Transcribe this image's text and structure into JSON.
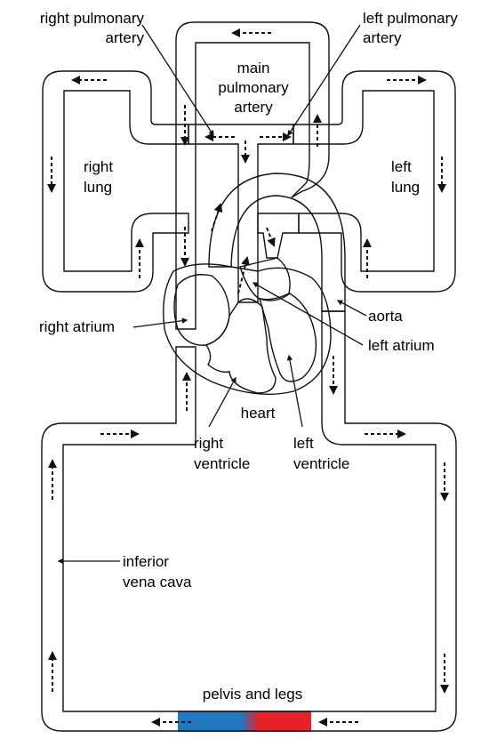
{
  "colors": {
    "oxygenated": "#e8202a",
    "deoxygenated": "#1f79c2",
    "heart_tissue": "#f0876e",
    "outline": "#111111"
  },
  "labels": {
    "right_pulmonary_artery": [
      "right pulmonary",
      "artery"
    ],
    "left_pulmonary_artery": [
      "left pulmonary",
      "artery"
    ],
    "main_pulmonary_artery": [
      "main",
      "pulmonary",
      "artery"
    ],
    "right_lung": [
      "right",
      "lung"
    ],
    "left_lung": [
      "left",
      "lung"
    ],
    "right_atrium": "right atrium",
    "aorta": "aorta",
    "left_atrium": "left atrium",
    "heart": "heart",
    "right_ventricle": [
      "right",
      "ventricle"
    ],
    "left_ventricle": [
      "left",
      "ventricle"
    ],
    "inferior_vena_cava": [
      "inferior",
      "vena cava"
    ],
    "pelvis_and_legs": "pelvis and legs"
  }
}
